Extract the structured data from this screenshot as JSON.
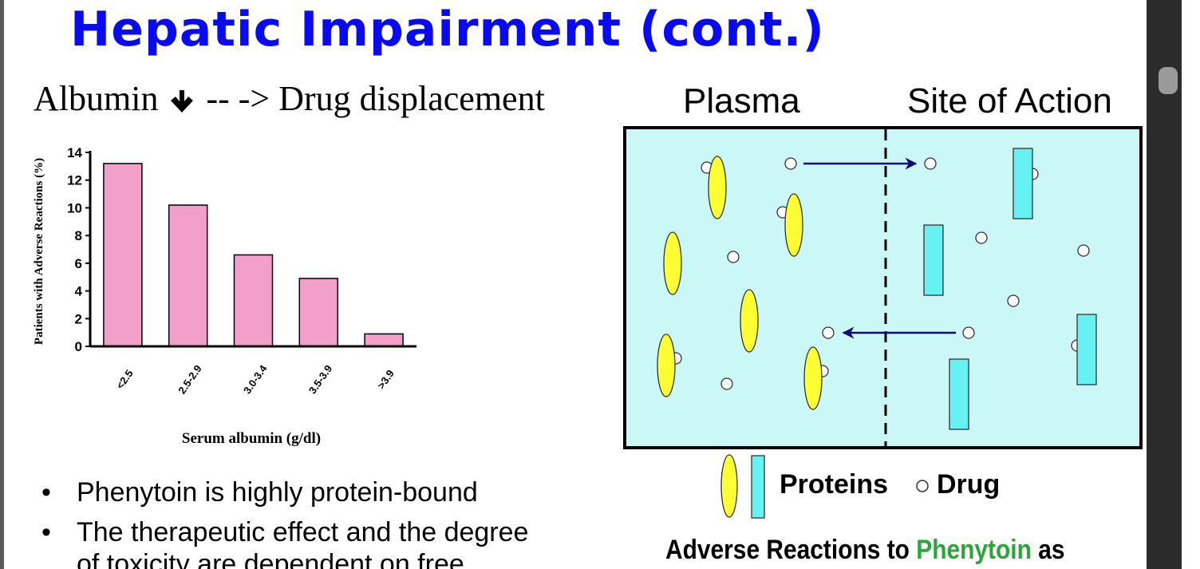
{
  "slide": {
    "title": "Hepatic Impairment (cont.)",
    "subtitle_pre": "Albumin",
    "subtitle_post": "-- -> Drug displacement",
    "bullets": [
      "Phenytoin is highly protein-bound",
      "The therapeutic effect and the degree",
      "of toxicity are dependent on free"
    ],
    "caption_pre": "Adverse Reactions to ",
    "caption_highlight": "Phenytoin",
    "caption_post": " as"
  },
  "diagram": {
    "left_label": "Plasma",
    "right_label": "Site of Action",
    "legend_proteins": "Proteins",
    "legend_drug": "Drug",
    "colors": {
      "background": "#ccf7f7",
      "protein_ellipse": "#ffff33",
      "protein_rect": "#66f2f2",
      "arrow": "#0b0b7a"
    }
  },
  "chart_data": {
    "type": "bar",
    "categories": [
      "<2.5",
      "2.5-2.9",
      "3.0-3.4",
      "3.5-3.9",
      ">3.9"
    ],
    "values": [
      13.2,
      10.2,
      6.6,
      4.9,
      0.9
    ],
    "xlabel": "Serum albumin (g/dl)",
    "ylabel": "Patients with Adverse Reactions (%)",
    "ylim": [
      0,
      14
    ],
    "yticks": [
      0,
      2,
      4,
      6,
      8,
      10,
      12,
      14
    ],
    "bar_color": "#f2a0ca",
    "grid": false
  },
  "window": {
    "scrollbar": "vertical-scrollbar"
  }
}
